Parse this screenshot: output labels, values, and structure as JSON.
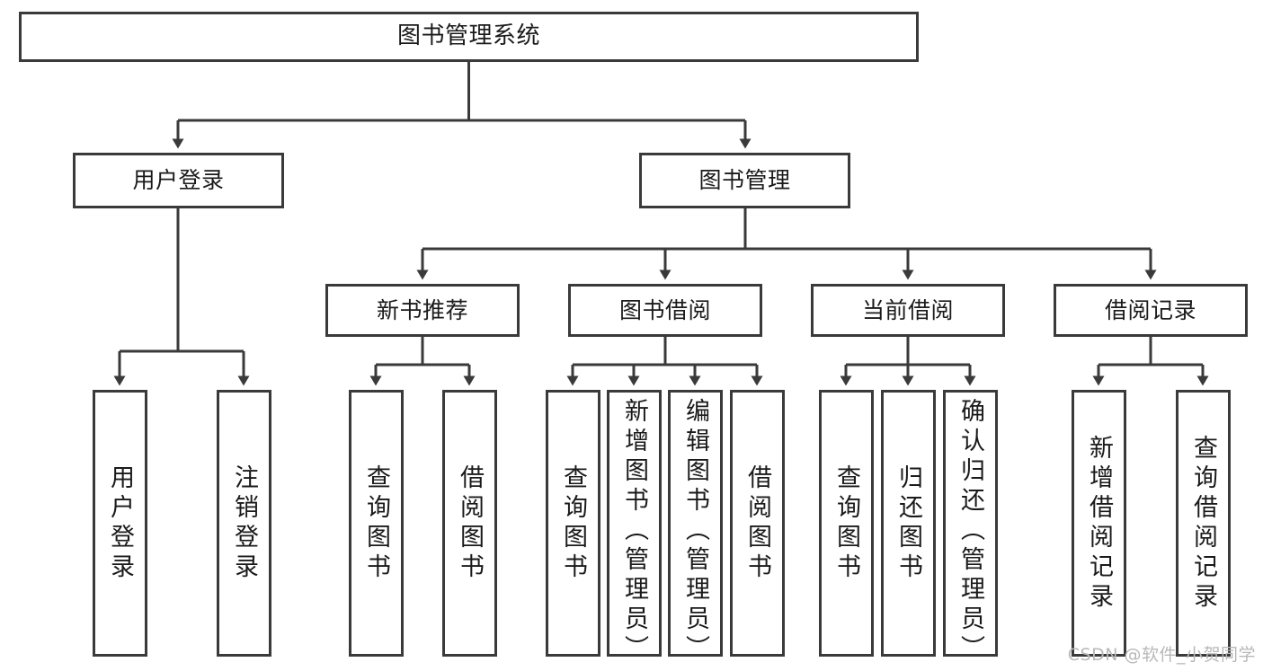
{
  "diagram": {
    "title": "图书管理系统",
    "type": "tree-hierarchy-functional-decomposition",
    "watermark": "CSDN @软件_小贺同学",
    "colors": {
      "stroke": "#3a3a3a",
      "background": "#ffffff",
      "text": "#1a1a1a",
      "watermark": "#b8b8b8"
    }
  },
  "nodes": {
    "root": {
      "label": "图书管理系统"
    },
    "level2": [
      {
        "id": "user-login",
        "label": "用户登录"
      },
      {
        "id": "book-management",
        "label": "图书管理"
      }
    ],
    "level3": [
      {
        "id": "new-book-recommend",
        "label": "新书推荐"
      },
      {
        "id": "book-borrow",
        "label": "图书借阅"
      },
      {
        "id": "current-borrow",
        "label": "当前借阅"
      },
      {
        "id": "borrow-record",
        "label": "借阅记录"
      }
    ],
    "leaves": {
      "user_login": [
        {
          "id": "leaf-user-login",
          "label": "用户登录"
        },
        {
          "id": "leaf-logout",
          "label": "注销登录"
        }
      ],
      "new_book_recommend": [
        {
          "id": "leaf-query-book-1",
          "label": "查询图书"
        },
        {
          "id": "leaf-borrow-book-1",
          "label": "借阅图书"
        }
      ],
      "book_borrow": [
        {
          "id": "leaf-query-book-2",
          "label": "查询图书"
        },
        {
          "id": "leaf-add-book",
          "label": "新增图书（管理员）"
        },
        {
          "id": "leaf-edit-book",
          "label": "编辑图书（管理员）"
        },
        {
          "id": "leaf-borrow-book-2",
          "label": "借阅图书"
        }
      ],
      "current_borrow": [
        {
          "id": "leaf-query-book-3",
          "label": "查询图书"
        },
        {
          "id": "leaf-return-book",
          "label": "归还图书"
        },
        {
          "id": "leaf-confirm-return",
          "label": "确认归还（管理员）"
        }
      ],
      "borrow_record": [
        {
          "id": "leaf-add-record",
          "label": "新增借阅记录"
        },
        {
          "id": "leaf-query-record",
          "label": "查询借阅记录"
        }
      ]
    }
  }
}
